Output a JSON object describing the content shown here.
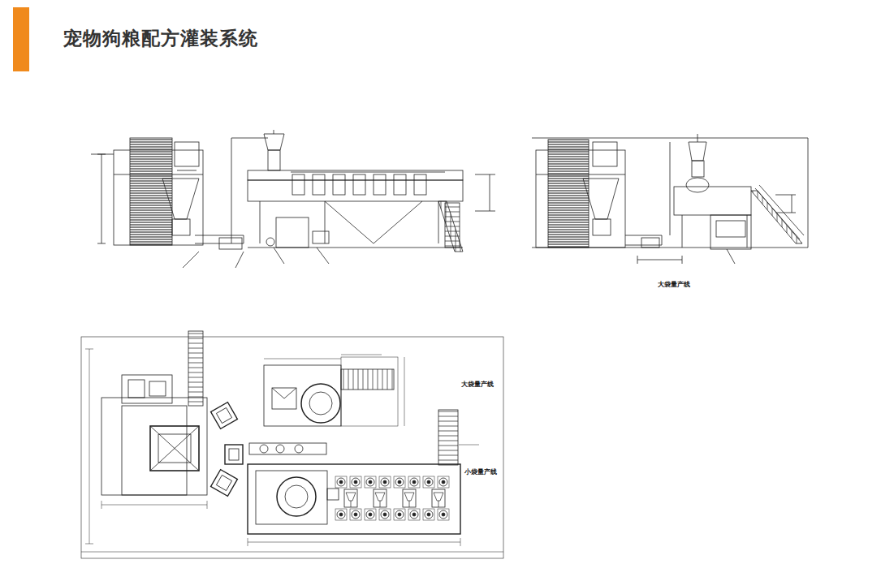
{
  "diagram": {
    "title": "宠物狗粮配方灌装系统",
    "labels": [
      "大袋量产线",
      "大袋量产线",
      "小袋量产线"
    ]
  }
}
